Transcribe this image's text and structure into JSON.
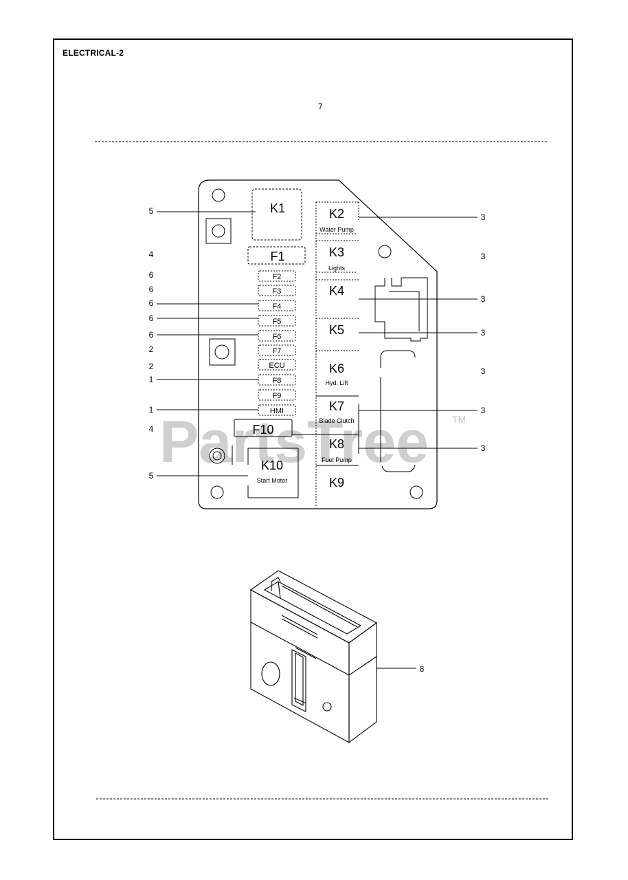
{
  "header": {
    "title": "ELECTRICAL-2",
    "top_callout": "7"
  },
  "watermark": {
    "text": "PartsTree",
    "tm": "TM",
    "color": "#bdbdbd"
  },
  "relays": {
    "K1": "K1",
    "K2": {
      "id": "K2",
      "label": "Water Pump"
    },
    "K3": {
      "id": "K3",
      "label": "Lights"
    },
    "K4": "K4",
    "K5": "K5",
    "K6": {
      "id": "K6",
      "label": "Hyd. Lift"
    },
    "K7": {
      "id": "K7",
      "label": "Blade Clutch"
    },
    "K8": {
      "id": "K8",
      "label": "Fuel Pump"
    },
    "K9": "K9",
    "K10": {
      "id": "K10",
      "label": "Start Motor"
    }
  },
  "fuses": {
    "F1": "F1",
    "F2": "F2",
    "F3": "F3",
    "F4": "F4",
    "F5": "F5",
    "F6": "F6",
    "F7": "F7",
    "ECU": "ECU",
    "F8": "F8",
    "F9": "F9",
    "HMI": "HMI",
    "F10": "F10"
  },
  "callouts_left": [
    "5",
    "4",
    "6",
    "6",
    "6",
    "6",
    "6",
    "2",
    "2",
    "1",
    "1",
    "4",
    "5"
  ],
  "callouts_right": [
    "3",
    "3",
    "3",
    "3",
    "3",
    "3",
    "3"
  ],
  "housing_callout": "8"
}
